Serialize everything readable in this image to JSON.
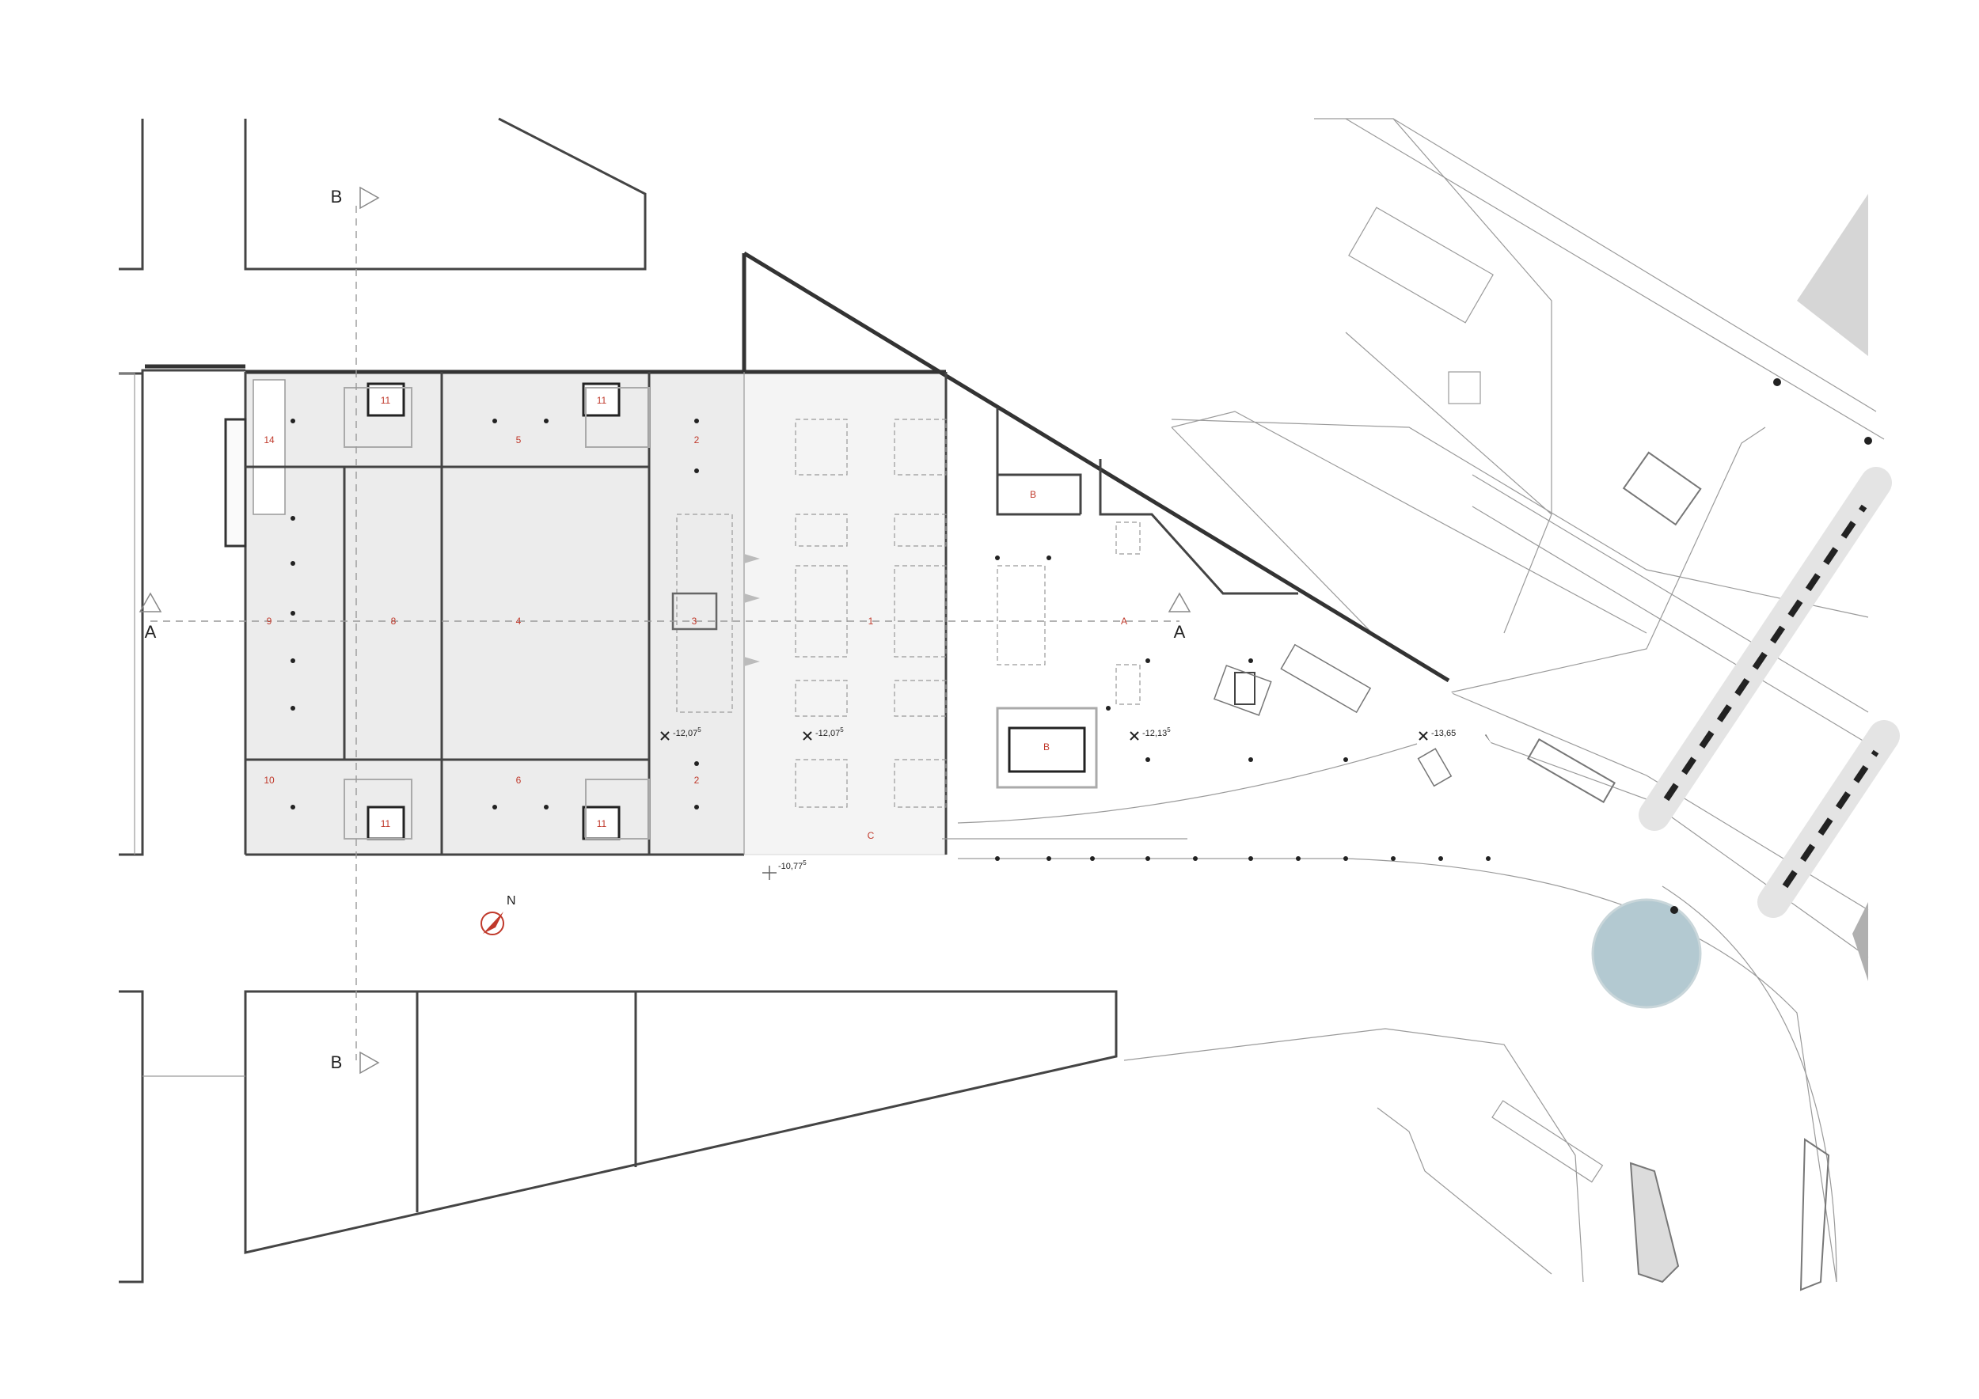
{
  "rooms": {
    "r1": "1",
    "r2a": "2",
    "r2b": "2",
    "r3": "3",
    "r4": "4",
    "r5": "5",
    "r6": "6",
    "r8": "8",
    "r9": "9",
    "r10": "10",
    "r11a": "11",
    "r11b": "11",
    "r11c": "11",
    "r11d": "11",
    "r14": "14",
    "rA": "A",
    "rB1": "B",
    "rB2": "B",
    "rC": "C"
  },
  "section_markers": {
    "a_left": "A",
    "a_right": "A",
    "b_top": "B",
    "b_bottom": "B"
  },
  "levels": {
    "l1": "-12,07",
    "l1_sup": "5",
    "l2": "-12,07",
    "l2_sup": "5",
    "l3": "-12,13",
    "l3_sup": "5",
    "l4": "-13,65",
    "l5": "-10,77",
    "l5_sup": "5"
  },
  "north_label": "N",
  "colors": {
    "wall": "#333333",
    "floor": "#ececec",
    "room_label": "#c0392b",
    "pond": "#b3c9d1",
    "ghost": "#9a9a9a"
  }
}
